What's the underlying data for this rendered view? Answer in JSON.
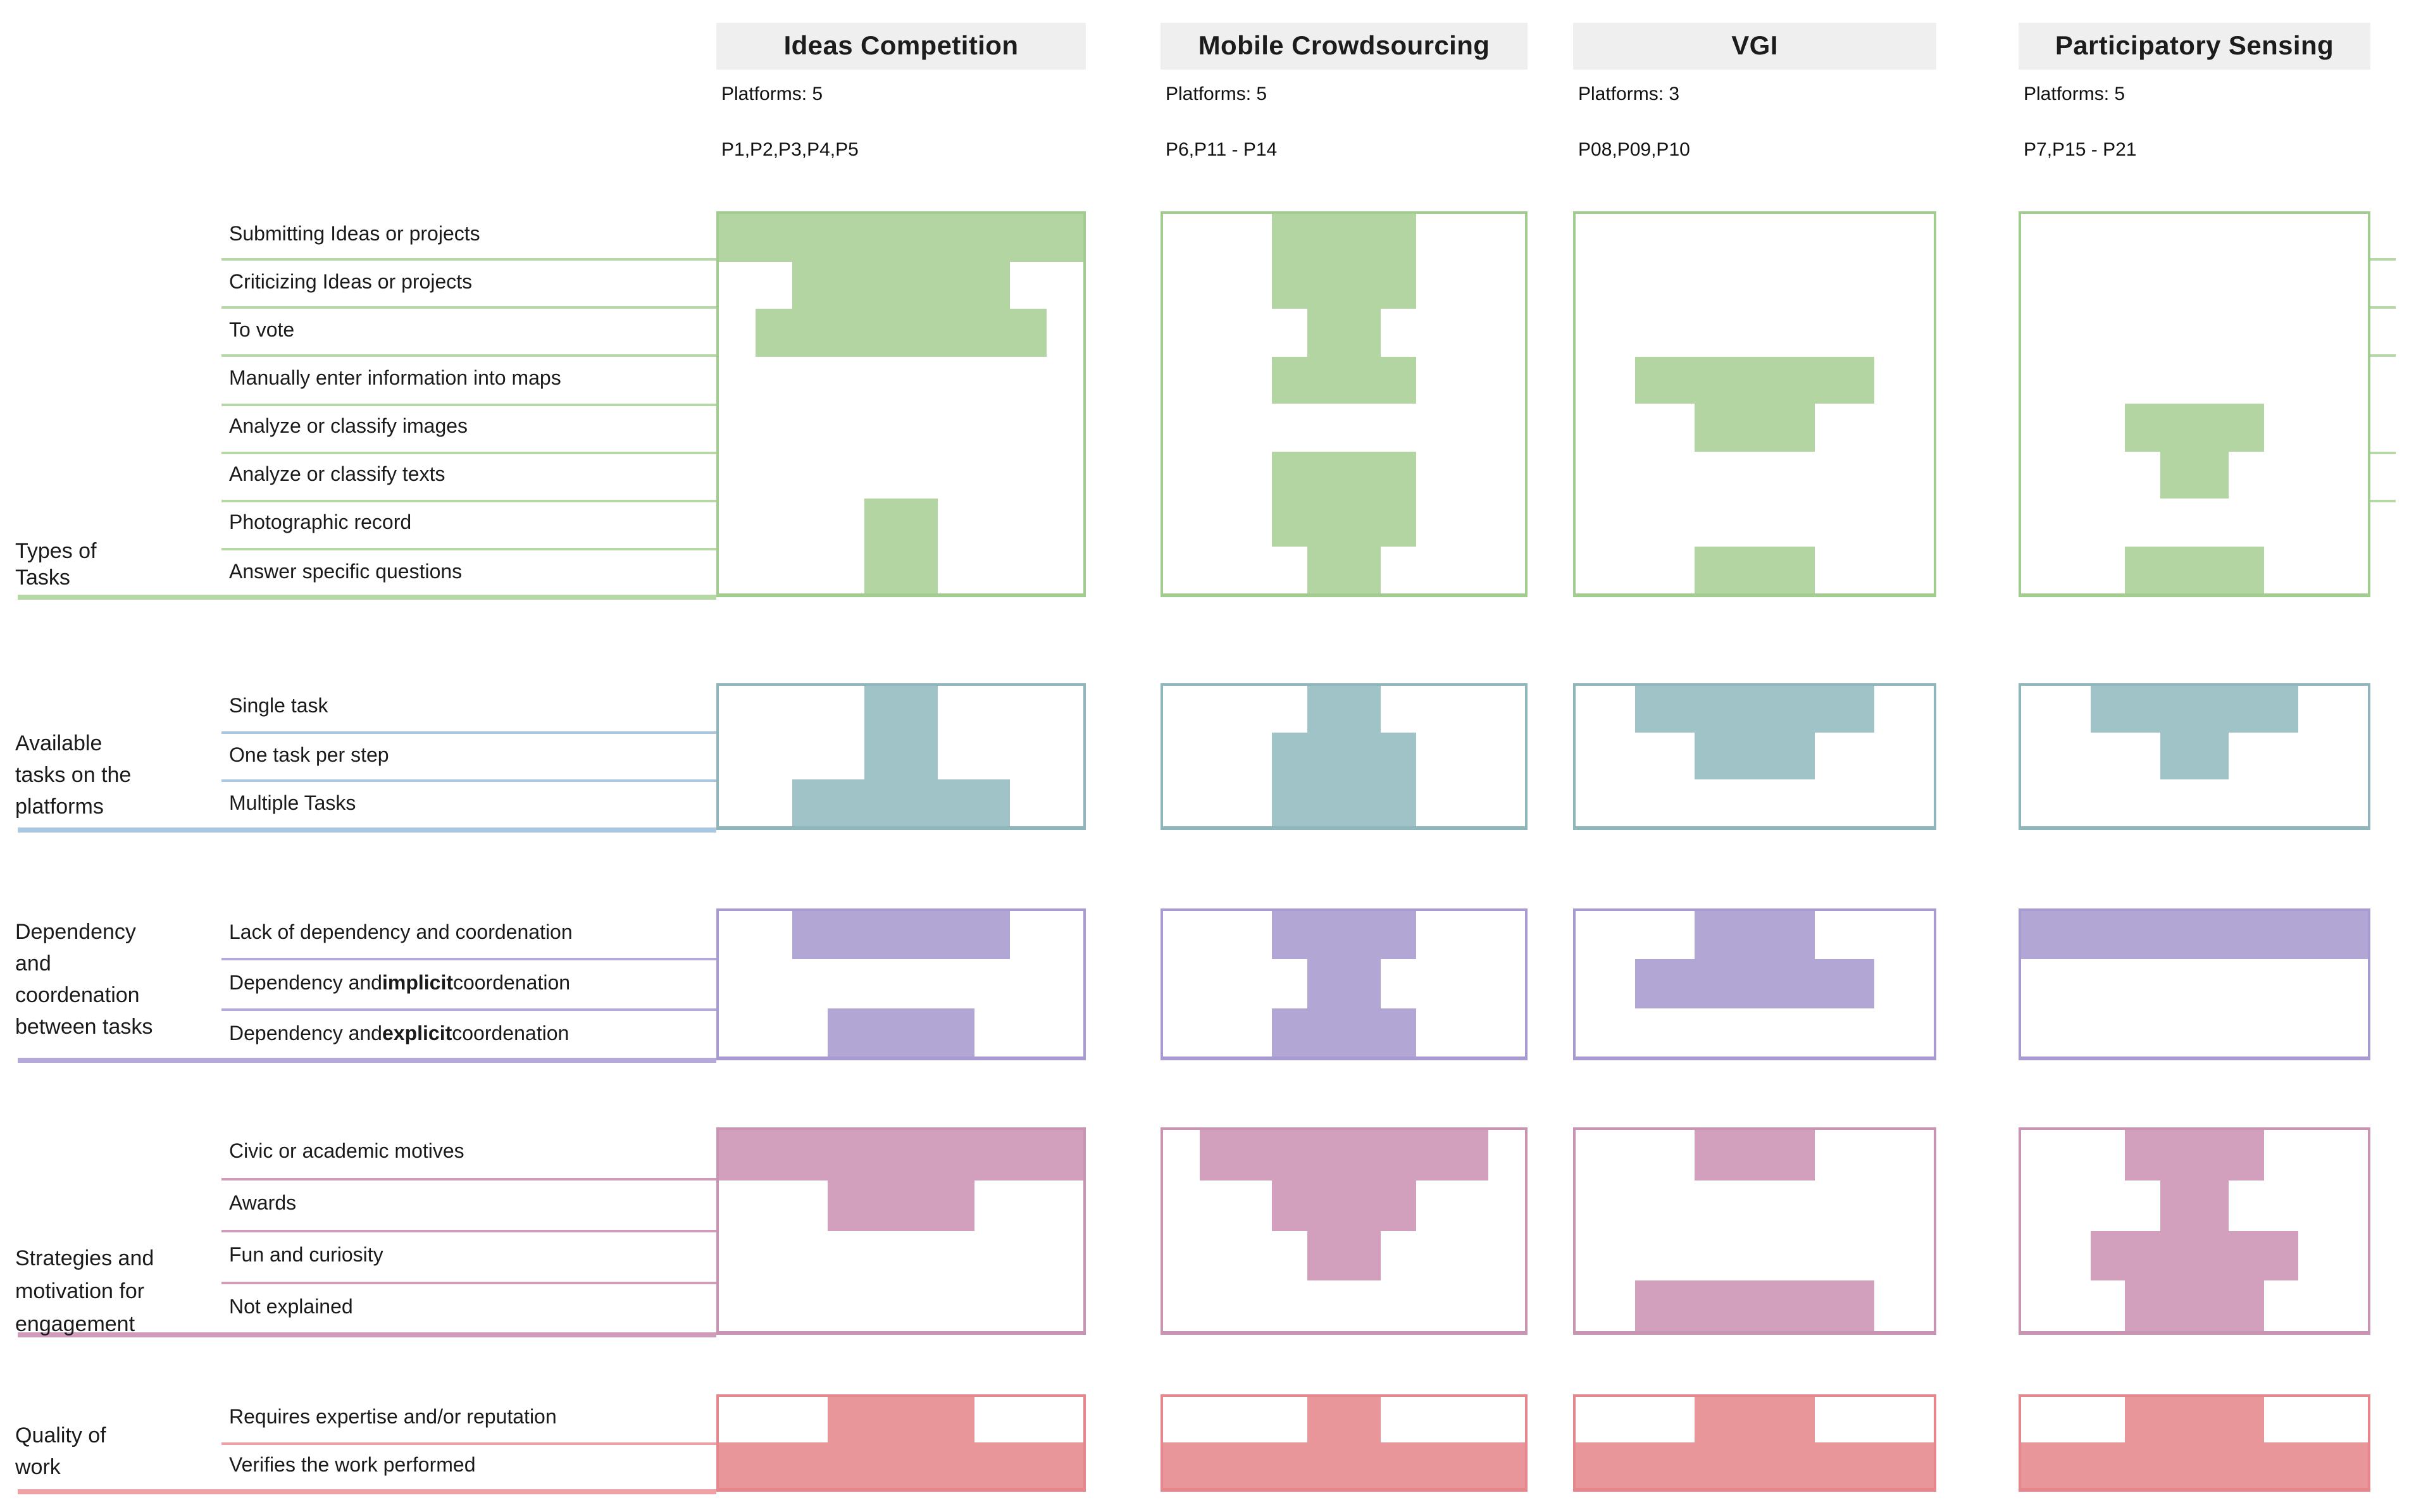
{
  "columns": [
    {
      "title": "Ideas Competition",
      "platforms": "Platforms: 5",
      "ids": "P1,P2,P3,P4,P5"
    },
    {
      "title": "Mobile Crowdsourcing",
      "platforms": "Platforms: 5",
      "ids": "P6,P11 - P14"
    },
    {
      "title": "VGI",
      "platforms": "Platforms: 3",
      "ids": "P08,P09,P10"
    },
    {
      "title": "Participatory Sensing",
      "platforms": "Platforms: 5",
      "ids": "P7,P15 - P21"
    }
  ],
  "chart_data": {
    "type": "bar",
    "orientation": "horizontal-centered-silhouette",
    "value_unit": "number of platforms",
    "columns": [
      "Ideas Competition",
      "Mobile Crowdsourcing",
      "VGI",
      "Participatory Sensing"
    ],
    "column_platform_totals": [
      5,
      5,
      3,
      5
    ],
    "sections": [
      {
        "category": "Types of Tasks",
        "category_lines": [
          "Types of",
          "Tasks"
        ],
        "color_fill": "#b3d5a2",
        "color_line": "#a2cc90",
        "color_sep": "#b5d8a6",
        "rows": [
          {
            "label": "Submitting Ideas or projects"
          },
          {
            "label": "Criticizing Ideas or projects"
          },
          {
            "label": "To vote"
          },
          {
            "label": "Manually enter information into maps"
          },
          {
            "label": "Analyze or classify images"
          },
          {
            "label": "Analyze or classify texts"
          },
          {
            "label": "Photographic record"
          },
          {
            "label": "Answer specific questions"
          }
        ],
        "values": [
          [
            5,
            3,
            4,
            0,
            0,
            0,
            1,
            1
          ],
          [
            2,
            2,
            1,
            2,
            0,
            2,
            2,
            1
          ],
          [
            0,
            0,
            0,
            2,
            1,
            0,
            0,
            1
          ],
          [
            0,
            0,
            0,
            0,
            2,
            1,
            0,
            2
          ]
        ]
      },
      {
        "category": "Available tasks on the platforms",
        "category_lines": [
          "Available",
          "tasks on the",
          "platforms"
        ],
        "color_fill": "#a0c3c7",
        "color_line": "#8eb6bb",
        "color_sep": "#aac7e2",
        "rows": [
          {
            "label": "Single task"
          },
          {
            "label": "One task per step"
          },
          {
            "label": "Multiple Tasks"
          }
        ],
        "values": [
          [
            1,
            1,
            3
          ],
          [
            1,
            2,
            2
          ],
          [
            2,
            1,
            0
          ],
          [
            3,
            1,
            0
          ]
        ]
      },
      {
        "category": "Dependency and coordenation between tasks",
        "category_lines": [
          "Dependency",
          "and",
          "coordenation",
          "between tasks"
        ],
        "color_fill": "#b2a6d5",
        "color_line": "#a79bd1",
        "color_sep": "#b4a9d8",
        "rows": [
          {
            "label": "Lack of dependency and coordenation"
          },
          {
            "label": "Dependency and implicit coordenation",
            "parts": [
              {
                "t": "Dependency and ",
                "b": false
              },
              {
                "t": "implicit",
                "b": true
              },
              {
                "t": " coordenation",
                "b": false
              }
            ]
          },
          {
            "label": "Dependency and explicit coordenation",
            "parts": [
              {
                "t": "Dependency and ",
                "b": false
              },
              {
                "t": "explicit",
                "b": true
              },
              {
                "t": " coordenation",
                "b": false
              }
            ]
          }
        ],
        "values": [
          [
            3,
            0,
            2
          ],
          [
            2,
            1,
            2
          ],
          [
            1,
            2,
            0
          ],
          [
            5,
            0,
            0
          ]
        ]
      },
      {
        "category": "Strategies and motivation for engagement",
        "category_lines": [
          "Strategies and",
          "motivation for",
          "engagement"
        ],
        "color_fill": "#d2a0bd",
        "color_line": "#c795b2",
        "color_sep": "#cf9db9",
        "rows": [
          {
            "label": "Civic or academic motives"
          },
          {
            "label": "Awards"
          },
          {
            "label": "Fun and curiosity"
          },
          {
            "label": "Not explained"
          }
        ],
        "values": [
          [
            5,
            2,
            0,
            0
          ],
          [
            4,
            2,
            1,
            0
          ],
          [
            1,
            0,
            0,
            2
          ],
          [
            2,
            1,
            3,
            2
          ]
        ]
      },
      {
        "category": "Quality of work",
        "category_lines": [
          "Quality of",
          "work"
        ],
        "color_fill": "#e9969a",
        "color_line": "#e5878c",
        "color_sep": "#efa1a5",
        "rows": [
          {
            "label": "Requires expertise and/or reputation"
          },
          {
            "label": "Verifies the work performed"
          }
        ],
        "values": [
          [
            2,
            5
          ],
          [
            1,
            5
          ],
          [
            1,
            3
          ],
          [
            2,
            5
          ]
        ]
      }
    ]
  }
}
